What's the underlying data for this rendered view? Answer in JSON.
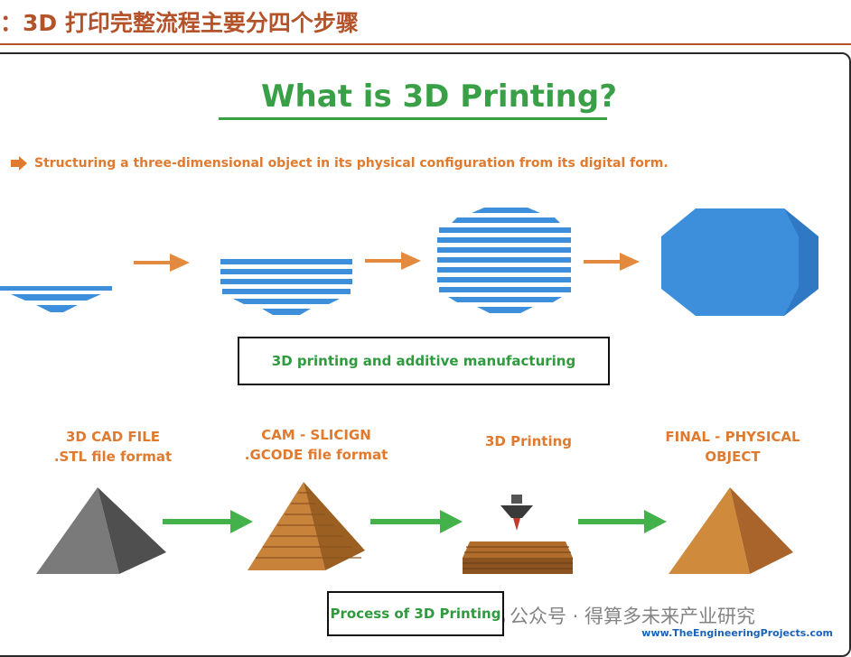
{
  "header": {
    "title": "：3D 打印完整流程主要分四个步骤"
  },
  "diagram": {
    "title": "What is 3D Printing?",
    "definition": "Structuring a three-dimensional object in its physical configuration from its digital form.",
    "top_caption": "3D printing and additive manufacturing",
    "steps": [
      {
        "line1": "3D CAD FILE",
        "line2": ".STL file format"
      },
      {
        "line1": "CAM - SLICIGN",
        "line2": ".GCODE file format"
      },
      {
        "line1": "3D Printing",
        "line2": ""
      },
      {
        "line1": "FINAL - PHYSICAL",
        "line2": "OBJECT"
      }
    ],
    "bottom_caption": "Process of 3D Printing",
    "footer_url": "www.TheEngineeringProjects.com"
  },
  "watermark": {
    "text": "公众号 · 得算多未来产业研究"
  },
  "colors": {
    "header": "#b4532a",
    "title_green": "#3aa047",
    "orange": "#e07a2e",
    "blue": "#3d8fdc",
    "arrow_green": "#44b24a",
    "pyramid_gray": "#6e6e6e",
    "pyramid_brown": "#c47a32"
  },
  "icons": [
    "arrow-right-icon",
    "wechat-icon"
  ]
}
